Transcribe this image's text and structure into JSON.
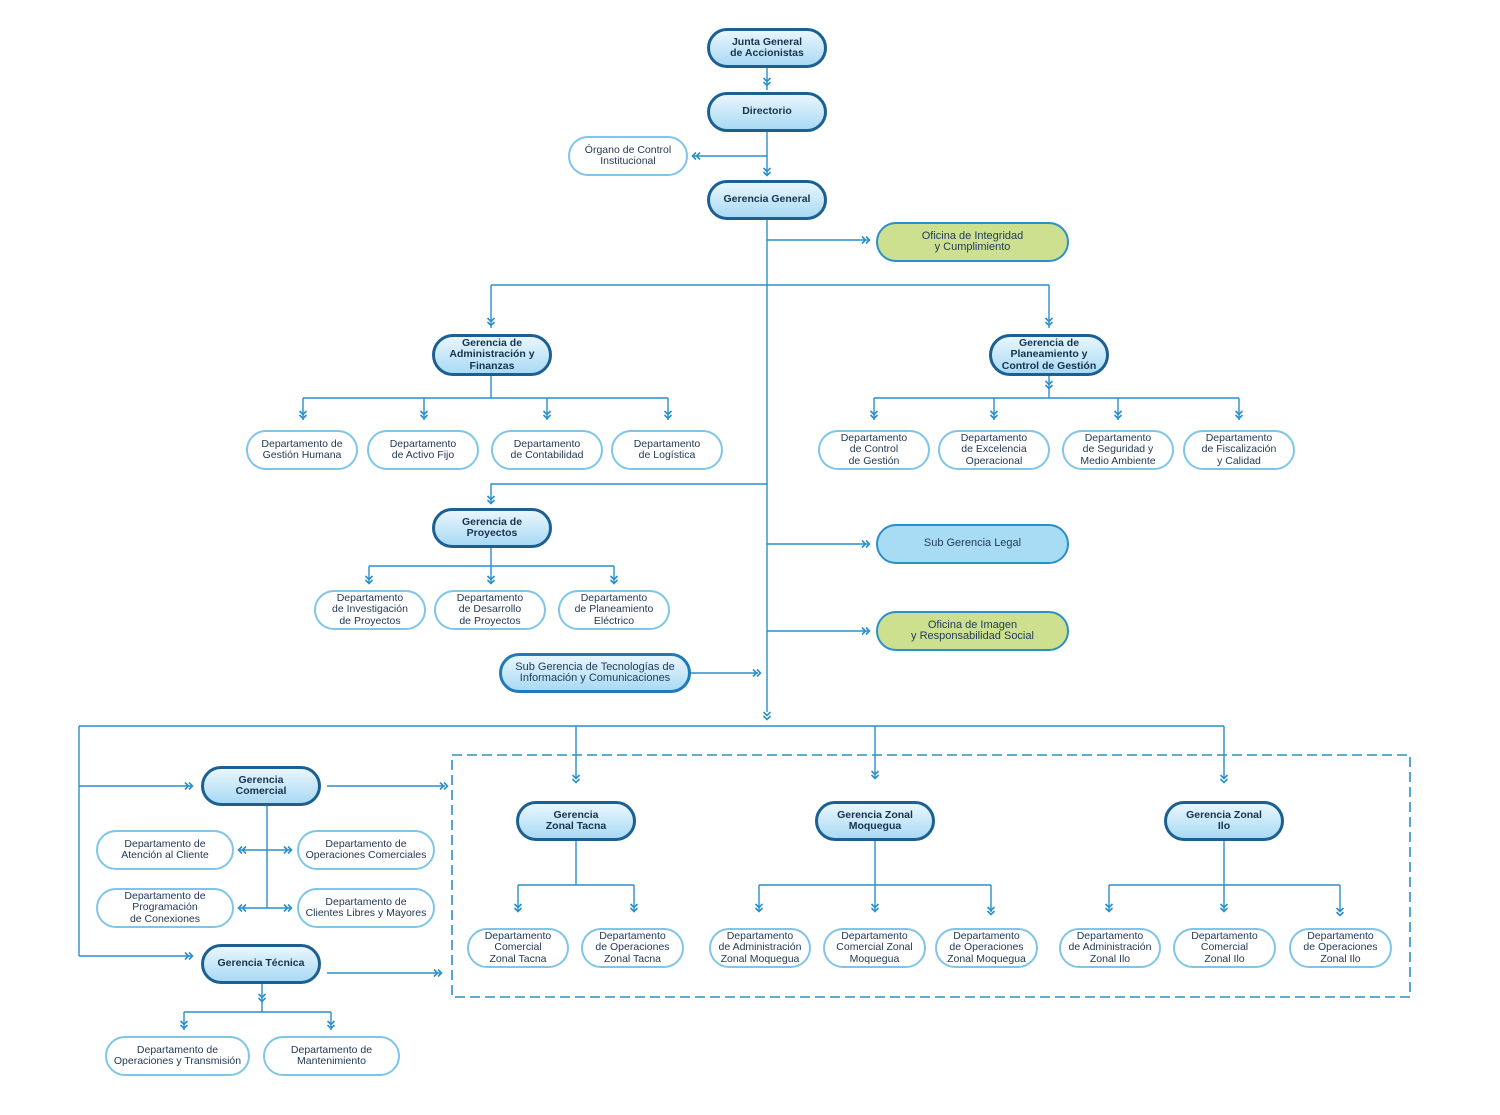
{
  "colors": {
    "line": "#2b8fc8",
    "primary_border": "#1b5f93",
    "green_fill": "#cde08f",
    "blue_fill": "#a8dcf5",
    "dashed_box": "#2b8fc8"
  },
  "nodes": {
    "junta": "Junta General\nde Accionistas",
    "directorio": "Directorio",
    "oci": "Órgano de Control\nInstitucional",
    "gerencia_general": "Gerencia General",
    "integridad": "Oficina de Integridad\ny Cumplimiento",
    "gaf": "Gerencia de\nAdministración y\nFinanzas",
    "gpcg": "Gerencia de\nPlaneamiento y\nControl de Gestión",
    "gaf_d1": "Departamento de\nGestión Humana",
    "gaf_d2": "Departamento\nde Activo Fijo",
    "gaf_d3": "Departamento\nde Contabilidad",
    "gaf_d4": "Departamento\nde Logística",
    "gpcg_d1": "Departamento\nde Control\nde Gestión",
    "gpcg_d2": "Departamento\nde Excelencia\nOperacional",
    "gpcg_d3": "Departamento\nde Seguridad y\nMedio Ambiente",
    "gpcg_d4": "Departamento\nde Fiscalización\ny Calidad",
    "gproy": "Gerencia de\nProyectos",
    "gproy_d1": "Departamento\nde Investigación\nde Proyectos",
    "gproy_d2": "Departamento\nde Desarrollo\nde Proyectos",
    "gproy_d3": "Departamento\nde Planeamiento\nEléctrico",
    "legal": "Sub Gerencia Legal",
    "imagen": "Oficina de Imagen\ny Responsabilidad Social",
    "tic": "Sub Gerencia de Tecnologías de\nInformación y Comunicaciones",
    "comercial": "Gerencia\nComercial",
    "com_d1": "Departamento de\nAtención al Cliente",
    "com_d2": "Departamento de\nOperaciones Comerciales",
    "com_d3": "Departamento de\nProgramación\nde Conexiones",
    "com_d4": "Departamento de\nClientes Libres y Mayores",
    "tecnica": "Gerencia Técnica",
    "tec_d1": "Departamento de\nOperaciones y Transmisión",
    "tec_d2": "Departamento de\nMantenimiento",
    "tacna": "Gerencia\nZonal Tacna",
    "moquegua": "Gerencia Zonal\nMoquegua",
    "ilo": "Gerencia Zonal\nIlo",
    "tacna_d1": "Departamento\nComercial\nZonal Tacna",
    "tacna_d2": "Departamento\nde Operaciones\nZonal Tacna",
    "moq_d1": "Departamento\nde Administración\nZonal Moquegua",
    "moq_d2": "Departamento\nComercial Zonal\nMoquegua",
    "moq_d3": "Departamento\nde Operaciones\nZonal Moquegua",
    "ilo_d1": "Departamento\nde Administración\nZonal Ilo",
    "ilo_d2": "Departamento\nComercial\nZonal Ilo",
    "ilo_d3": "Departamento\nde Operaciones\nZonal Ilo"
  }
}
